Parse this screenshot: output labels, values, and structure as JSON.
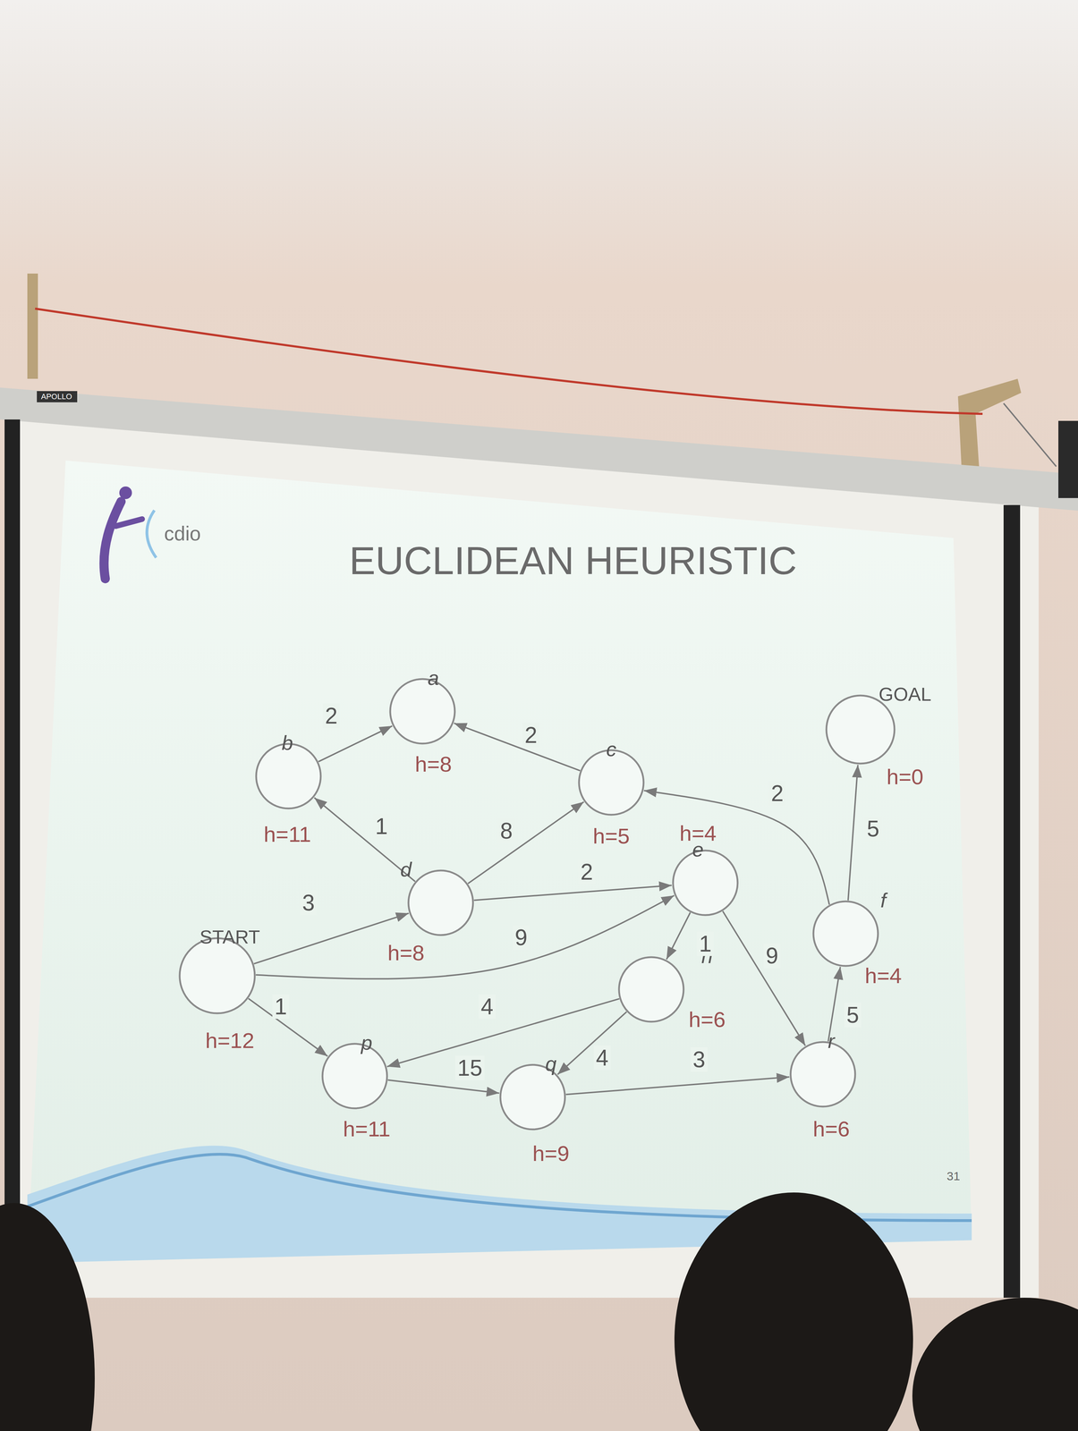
{
  "diagram": {
    "title": "EUCLIDEAN HEURISTIC",
    "nodes": [
      {
        "text": [
          "a",
          "h=8"
        ]
      },
      {
        "text": [
          "b",
          "h=11"
        ]
      },
      {
        "text": [
          "GOAL",
          "h=0"
        ]
      },
      {
        "text": [
          "c",
          "h=5"
        ]
      },
      {
        "text": [
          "e",
          "h=4"
        ]
      },
      {
        "text": [
          "d",
          "h=8"
        ]
      },
      {
        "text": [
          "f",
          "h=4"
        ]
      },
      {
        "text": [
          "START",
          "h=12"
        ]
      },
      {
        "text": [
          "h",
          "h=6"
        ]
      },
      {
        "text": [
          "p",
          "h=11"
        ]
      },
      {
        "text": [
          "q",
          "h=9"
        ]
      },
      {
        "text": [
          "r",
          "h=6"
        ]
      }
    ],
    "edges": [
      {
        "from": 1,
        "to": 0,
        "arrow": "to",
        "label": "2"
      },
      {
        "from": 3,
        "to": 0,
        "arrow": "to",
        "label": "2"
      },
      {
        "from": 5,
        "to": 1,
        "arrow": "to",
        "label": "1"
      },
      {
        "from": 5,
        "to": 3,
        "arrow": "to",
        "label": "8"
      },
      {
        "from": 5,
        "to": 4,
        "arrow": "to",
        "label": "2"
      },
      {
        "from": 7,
        "to": 5,
        "arrow": "to",
        "label": "3"
      },
      {
        "from": 7,
        "to": 4,
        "arrow": "to",
        "label": "9"
      },
      {
        "from": 7,
        "to": 9,
        "arrow": "to",
        "label": "1"
      },
      {
        "from": 4,
        "to": 8,
        "arrow": "to",
        "label": "1"
      },
      {
        "from": 4,
        "to": 11,
        "arrow": "to",
        "label": "9"
      },
      {
        "from": 8,
        "to": 9,
        "arrow": "to",
        "label": "4"
      },
      {
        "from": 8,
        "to": 10,
        "arrow": "to",
        "label": "4"
      },
      {
        "from": 9,
        "to": 10,
        "arrow": "to",
        "label": "15"
      },
      {
        "from": 10,
        "to": 11,
        "arrow": "to",
        "label": "3"
      },
      {
        "from": 11,
        "to": 6,
        "arrow": "to",
        "label": "5"
      },
      {
        "from": 6,
        "to": 2,
        "arrow": "to",
        "label": "5"
      },
      {
        "from": 6,
        "to": 3,
        "arrow": "to",
        "label": "2"
      }
    ],
    "labels": [
      "APOLLO",
      "cdio",
      "31"
    ]
  }
}
